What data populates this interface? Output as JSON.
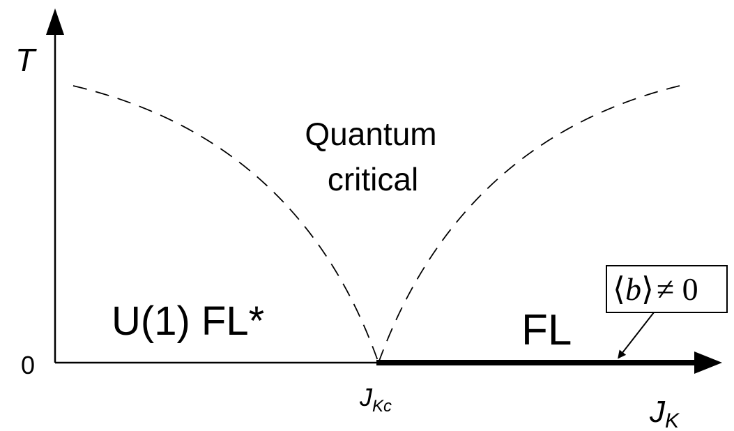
{
  "axes": {
    "y_label": "T",
    "y_origin_label": "0",
    "x_label_main": "J",
    "x_label_sub": "K",
    "critical_label_main": "J",
    "critical_label_sub": "Kc"
  },
  "regions": {
    "quantum_critical_line1": "Quantum",
    "quantum_critical_line2": "critical",
    "u1_flstar": "U(1) FL*",
    "fl": "FL"
  },
  "annotation": {
    "order_parameter_lang": "⟨",
    "order_parameter_symbol": "b",
    "order_parameter_rang": "⟩",
    "order_parameter_relation": "≠ 0"
  },
  "colors": {
    "ink": "#000000",
    "background": "#ffffff"
  }
}
